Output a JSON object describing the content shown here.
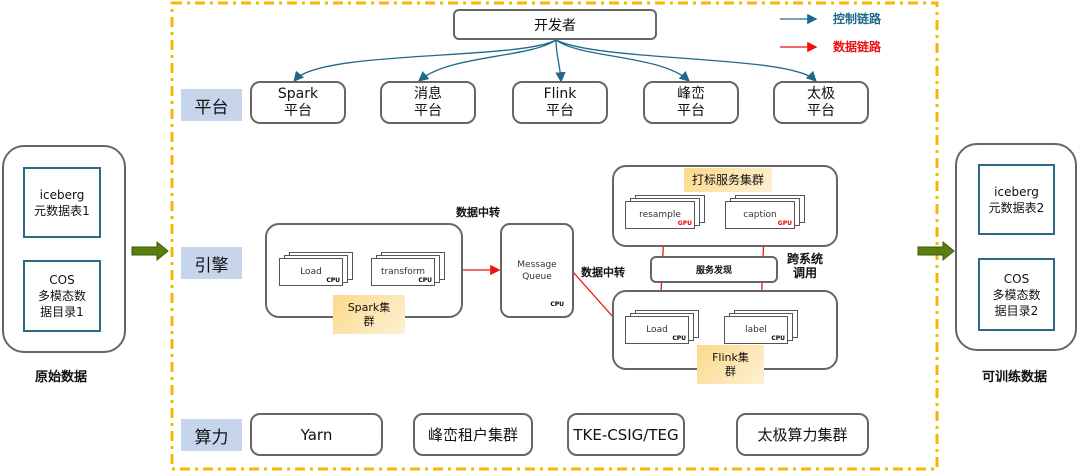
{
  "legend": {
    "control": {
      "label": "控制链路",
      "color": "#1f6a8a"
    },
    "data": {
      "label": "数据链路",
      "color": "#ee1111"
    }
  },
  "developer": {
    "label": "开发者"
  },
  "layers": {
    "platform": "平台",
    "engine": "引擎",
    "compute": "算力"
  },
  "platforms": [
    {
      "line1": "Spark",
      "line2": "平台"
    },
    {
      "line1": "消息",
      "line2": "平台"
    },
    {
      "line1": "Flink",
      "line2": "平台"
    },
    {
      "line1": "峰峦",
      "line2": "平台"
    },
    {
      "line1": "太极",
      "line2": "平台"
    }
  ],
  "source": {
    "title": "原始数据",
    "items": [
      {
        "line1": "iceberg",
        "line2": "元数据表1"
      },
      {
        "line1": "COS",
        "line2": "多模态数",
        "line3": "据目录1"
      }
    ]
  },
  "target": {
    "title": "可训练数据",
    "items": [
      {
        "line1": "iceberg",
        "line2": "元数据表2"
      },
      {
        "line1": "COS",
        "line2": "多模态数",
        "line3": "据目录2"
      }
    ]
  },
  "engine": {
    "spark_cluster": {
      "label_line1": "Spark集",
      "label_line2": "群",
      "tasks": [
        {
          "name": "Load",
          "resource": "CPU"
        },
        {
          "name": "transform",
          "resource": "CPU"
        }
      ]
    },
    "relay1": "数据中转",
    "relay2": "数据中转",
    "message_queue": {
      "line1": "Message",
      "line2": "Queue",
      "resource": "CPU"
    },
    "labeling_cluster": {
      "label": "打标服务集群",
      "tasks": [
        {
          "name": "resample",
          "resource": "GPU"
        },
        {
          "name": "caption",
          "resource": "GPU"
        }
      ]
    },
    "service_discovery": "服务发现",
    "cross_system": {
      "line1": "跨系统",
      "line2": "调用"
    },
    "flink_cluster": {
      "label_line1": "Flink集",
      "label_line2": "群",
      "tasks": [
        {
          "name": "Load",
          "resource": "CPU"
        },
        {
          "name": "label",
          "resource": "CPU"
        }
      ]
    }
  },
  "compute": [
    "Yarn",
    "峰峦租户集群",
    "TKE-CSIG/TEG",
    "太极算力集群"
  ],
  "colors": {
    "dashed_border": "#f5b800",
    "layer_bg": "#c6d5ec",
    "control_arrow": "#1f6a8a",
    "data_arrow": "#ee1111",
    "flow_arrow": "#5a7f10"
  }
}
